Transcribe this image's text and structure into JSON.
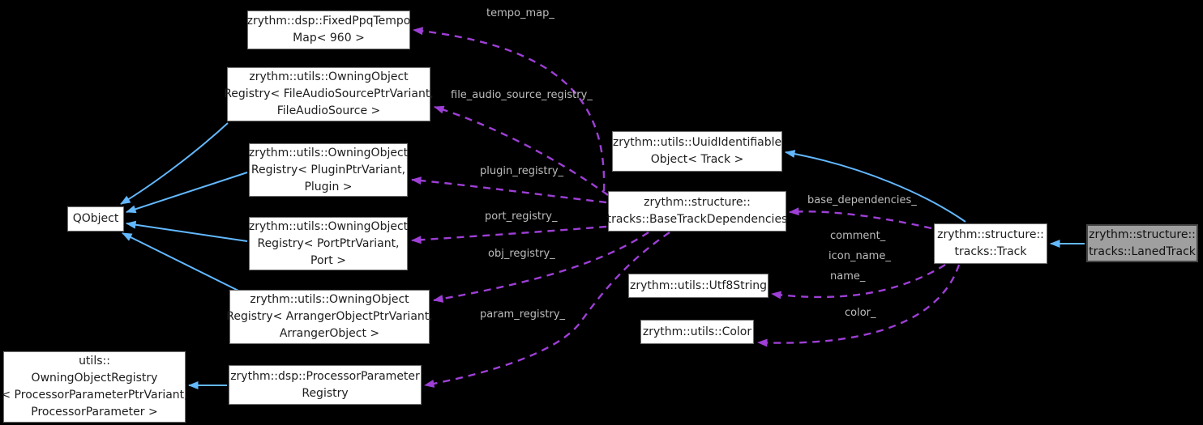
{
  "diagram_type": "doxygen-collaboration-graph",
  "colors": {
    "background": "#000000",
    "node_fill": "#ffffff",
    "node_border": "#6e6e6e",
    "node_text": "#1d1d1d",
    "selected_node_fill": "#9f9f9f",
    "selected_node_border": "#454545",
    "inheritance_edge": "#63b8ff",
    "usage_edge": "#9e3fd6",
    "edge_label_text": "#bdbdbd"
  },
  "nodes": [
    {
      "id": "fixed-ppq-tempo-map",
      "lines": [
        "zrythm::dsp::FixedPpqTempo",
        "Map< 960 >"
      ]
    },
    {
      "id": "file-audio-source-registry",
      "lines": [
        "zrythm::utils::OwningObject",
        "Registry< FileAudioSourcePtrVariant,",
        "FileAudioSource >"
      ]
    },
    {
      "id": "plugin-registry",
      "lines": [
        "zrythm::utils::OwningObject",
        "Registry< PluginPtrVariant,",
        "Plugin >"
      ]
    },
    {
      "id": "qobject",
      "lines": [
        "QObject"
      ]
    },
    {
      "id": "port-registry",
      "lines": [
        "zrythm::utils::OwningObject",
        "Registry< PortPtrVariant,",
        "Port >"
      ]
    },
    {
      "id": "arranger-object-registry",
      "lines": [
        "zrythm::utils::OwningObject",
        "Registry< ArrangerObjectPtrVariant,",
        "ArrangerObject >"
      ]
    },
    {
      "id": "owning-object-registry-processor-parameter",
      "lines": [
        "utils::",
        "OwningObjectRegistry",
        "< ProcessorParameterPtrVariant,",
        "ProcessorParameter >"
      ]
    },
    {
      "id": "processor-parameter-registry",
      "lines": [
        "zrythm::dsp::ProcessorParameter",
        "Registry"
      ]
    },
    {
      "id": "uuid-identifiable-object",
      "lines": [
        "zrythm::utils::UuidIdentifiable",
        "Object< Track >"
      ]
    },
    {
      "id": "base-track-dependencies",
      "lines": [
        "zrythm::structure::",
        "tracks::BaseTrackDependencies"
      ]
    },
    {
      "id": "utf8-string",
      "lines": [
        "zrythm::utils::Utf8String"
      ]
    },
    {
      "id": "color",
      "lines": [
        "zrythm::utils::Color"
      ]
    },
    {
      "id": "track",
      "lines": [
        "zrythm::structure::",
        "tracks::Track"
      ]
    },
    {
      "id": "laned-track",
      "lines": [
        "zrythm::structure::",
        "tracks::LanedTrack"
      ],
      "selected": true
    }
  ],
  "relations": [
    {
      "from": "base-track-dependencies",
      "to": "fixed-ppq-tempo-map",
      "type": "usage",
      "label": "tempo_map_"
    },
    {
      "from": "base-track-dependencies",
      "to": "file-audio-source-registry",
      "type": "usage",
      "label": "file_audio_source_registry_"
    },
    {
      "from": "base-track-dependencies",
      "to": "plugin-registry",
      "type": "usage",
      "label": "plugin_registry_"
    },
    {
      "from": "base-track-dependencies",
      "to": "port-registry",
      "type": "usage",
      "label": "port_registry_"
    },
    {
      "from": "base-track-dependencies",
      "to": "arranger-object-registry",
      "type": "usage",
      "label": "obj_registry_"
    },
    {
      "from": "base-track-dependencies",
      "to": "processor-parameter-registry",
      "type": "usage",
      "label": "param_registry_"
    },
    {
      "from": "track",
      "to": "base-track-dependencies",
      "type": "usage",
      "label": "base_dependencies_"
    },
    {
      "from": "track",
      "to": "utf8-string",
      "type": "usage",
      "labels": [
        "comment_",
        "icon_name_",
        "name_"
      ]
    },
    {
      "from": "track",
      "to": "color",
      "type": "usage",
      "label": "color_"
    },
    {
      "from": "file-audio-source-registry",
      "to": "qobject",
      "type": "inheritance"
    },
    {
      "from": "plugin-registry",
      "to": "qobject",
      "type": "inheritance"
    },
    {
      "from": "port-registry",
      "to": "qobject",
      "type": "inheritance"
    },
    {
      "from": "arranger-object-registry",
      "to": "qobject",
      "type": "inheritance"
    },
    {
      "from": "processor-parameter-registry",
      "to": "owning-object-registry-processor-parameter",
      "type": "inheritance"
    },
    {
      "from": "track",
      "to": "uuid-identifiable-object",
      "type": "inheritance"
    },
    {
      "from": "laned-track",
      "to": "track",
      "type": "inheritance"
    }
  ]
}
